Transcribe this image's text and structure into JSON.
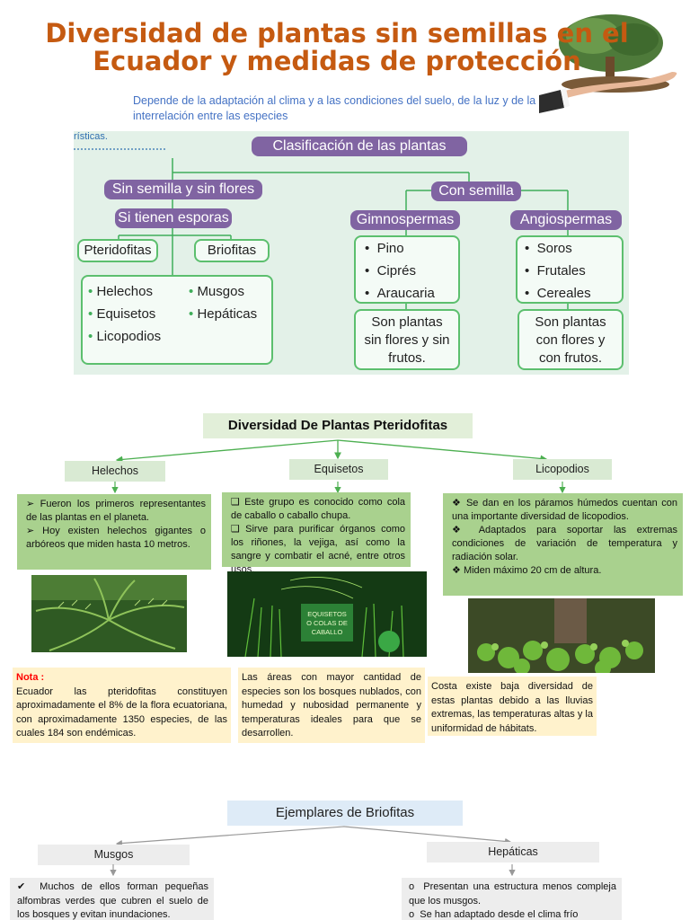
{
  "header": {
    "title": "Diversidad de plantas sin semillas en el Ecuador y medidas de protección",
    "subtitle": "Depende de la adaptación al clima y a las condiciones del suelo, de la luz y de la interrelación entre las especies",
    "fragment_text": "rísticas."
  },
  "classification": {
    "root": "Clasificación de las plantas",
    "left_branch": "Sin semilla y sin flores",
    "left_sub": "Si tienen esporas",
    "pteridofitas": "Pteridofitas",
    "briofitas": "Briofitas",
    "pterido_items": [
      "Helechos",
      "Equisetos",
      "Licopodios"
    ],
    "brio_items": [
      "Musgos",
      "Hepáticas"
    ],
    "right_branch": "Con semilla",
    "gimnospermas": "Gimnospermas",
    "angiospermas": "Angiospermas",
    "gimno_items": [
      "Pino",
      "Ciprés",
      "Araucaria"
    ],
    "angio_items": [
      "Soros",
      "Frutales",
      "Cereales"
    ],
    "gimno_note": "Son plantas sin flores y sin frutos.",
    "angio_note": "Son plantas con flores y con frutos."
  },
  "pteridofitas_section": {
    "title": "Diversidad De Plantas Pteridofitas",
    "helechos": {
      "label": "Helechos",
      "bullets": [
        "Fueron los primeros representantes de las plantas en el planeta.",
        "Hoy existen helechos gigantes o arbóreos que miden hasta 10 metros."
      ]
    },
    "equisetos": {
      "label": "Equisetos",
      "bullets": [
        "Este grupo es conocido como cola de caballo o caballo chupa.",
        "Sirve para purificar órganos como los riñones, la vejiga, así como la sangre y combatir el acné, entre otros usos."
      ],
      "photo_caption": "EQUISETOS O COLAS DE CABALLO"
    },
    "licopodios": {
      "label": "Licopodios",
      "bullets": [
        "Se dan en los páramos húmedos cuentan con una importante diversidad de licopodios.",
        "Adaptados para soportar las extremas condiciones de variación de temperatura y radiación solar.",
        "Miden máximo 20 cm de altura."
      ]
    },
    "nota_label": "Nota :",
    "nota_text": "Ecuador las pteridofitas constituyen aproximadamente el 8% de la flora ecuatoriana, con aproximadamente 1350 especies, de las cuales 184 son endémicas.",
    "areas_text": "Las áreas con mayor cantidad de especies son los bosques nublados, con humedad y nubosidad permanente y temperaturas ideales para que se desarrollen.",
    "costa_text": "Costa existe baja diversidad de estas plantas debido a las lluvias extremas, las temperaturas altas y la uniformidad de hábitats."
  },
  "briofitas_section": {
    "title": "Ejemplares de Briofitas",
    "musgos_label": "Musgos",
    "musgos_bullets": [
      "Muchos de ellos forman pequeñas alfombras verdes que cubren el suelo de los bosques y evitan inundaciones."
    ],
    "hepaticas_label": "Hepáticas",
    "hepaticas_bullets": [
      "Presentan una estructura menos compleja que los musgos.",
      "Se han adaptado desde el clima frío"
    ]
  },
  "colors": {
    "title": "#c55a11",
    "subtitle": "#4472c4",
    "pill": "#8064a2",
    "green_border": "#5cbf6e",
    "chart_bg": "#e3f1e8",
    "green_box": "#a9d18e",
    "yellow_box": "#fff2cc",
    "nota_red": "#ff0000"
  },
  "icons": [
    "tree-on-hand-icon",
    "arrow-bullet-icon",
    "checkbox-bullet-icon",
    "diamond-bullet-icon",
    "check-bullet-icon",
    "circle-bullet-icon"
  ]
}
